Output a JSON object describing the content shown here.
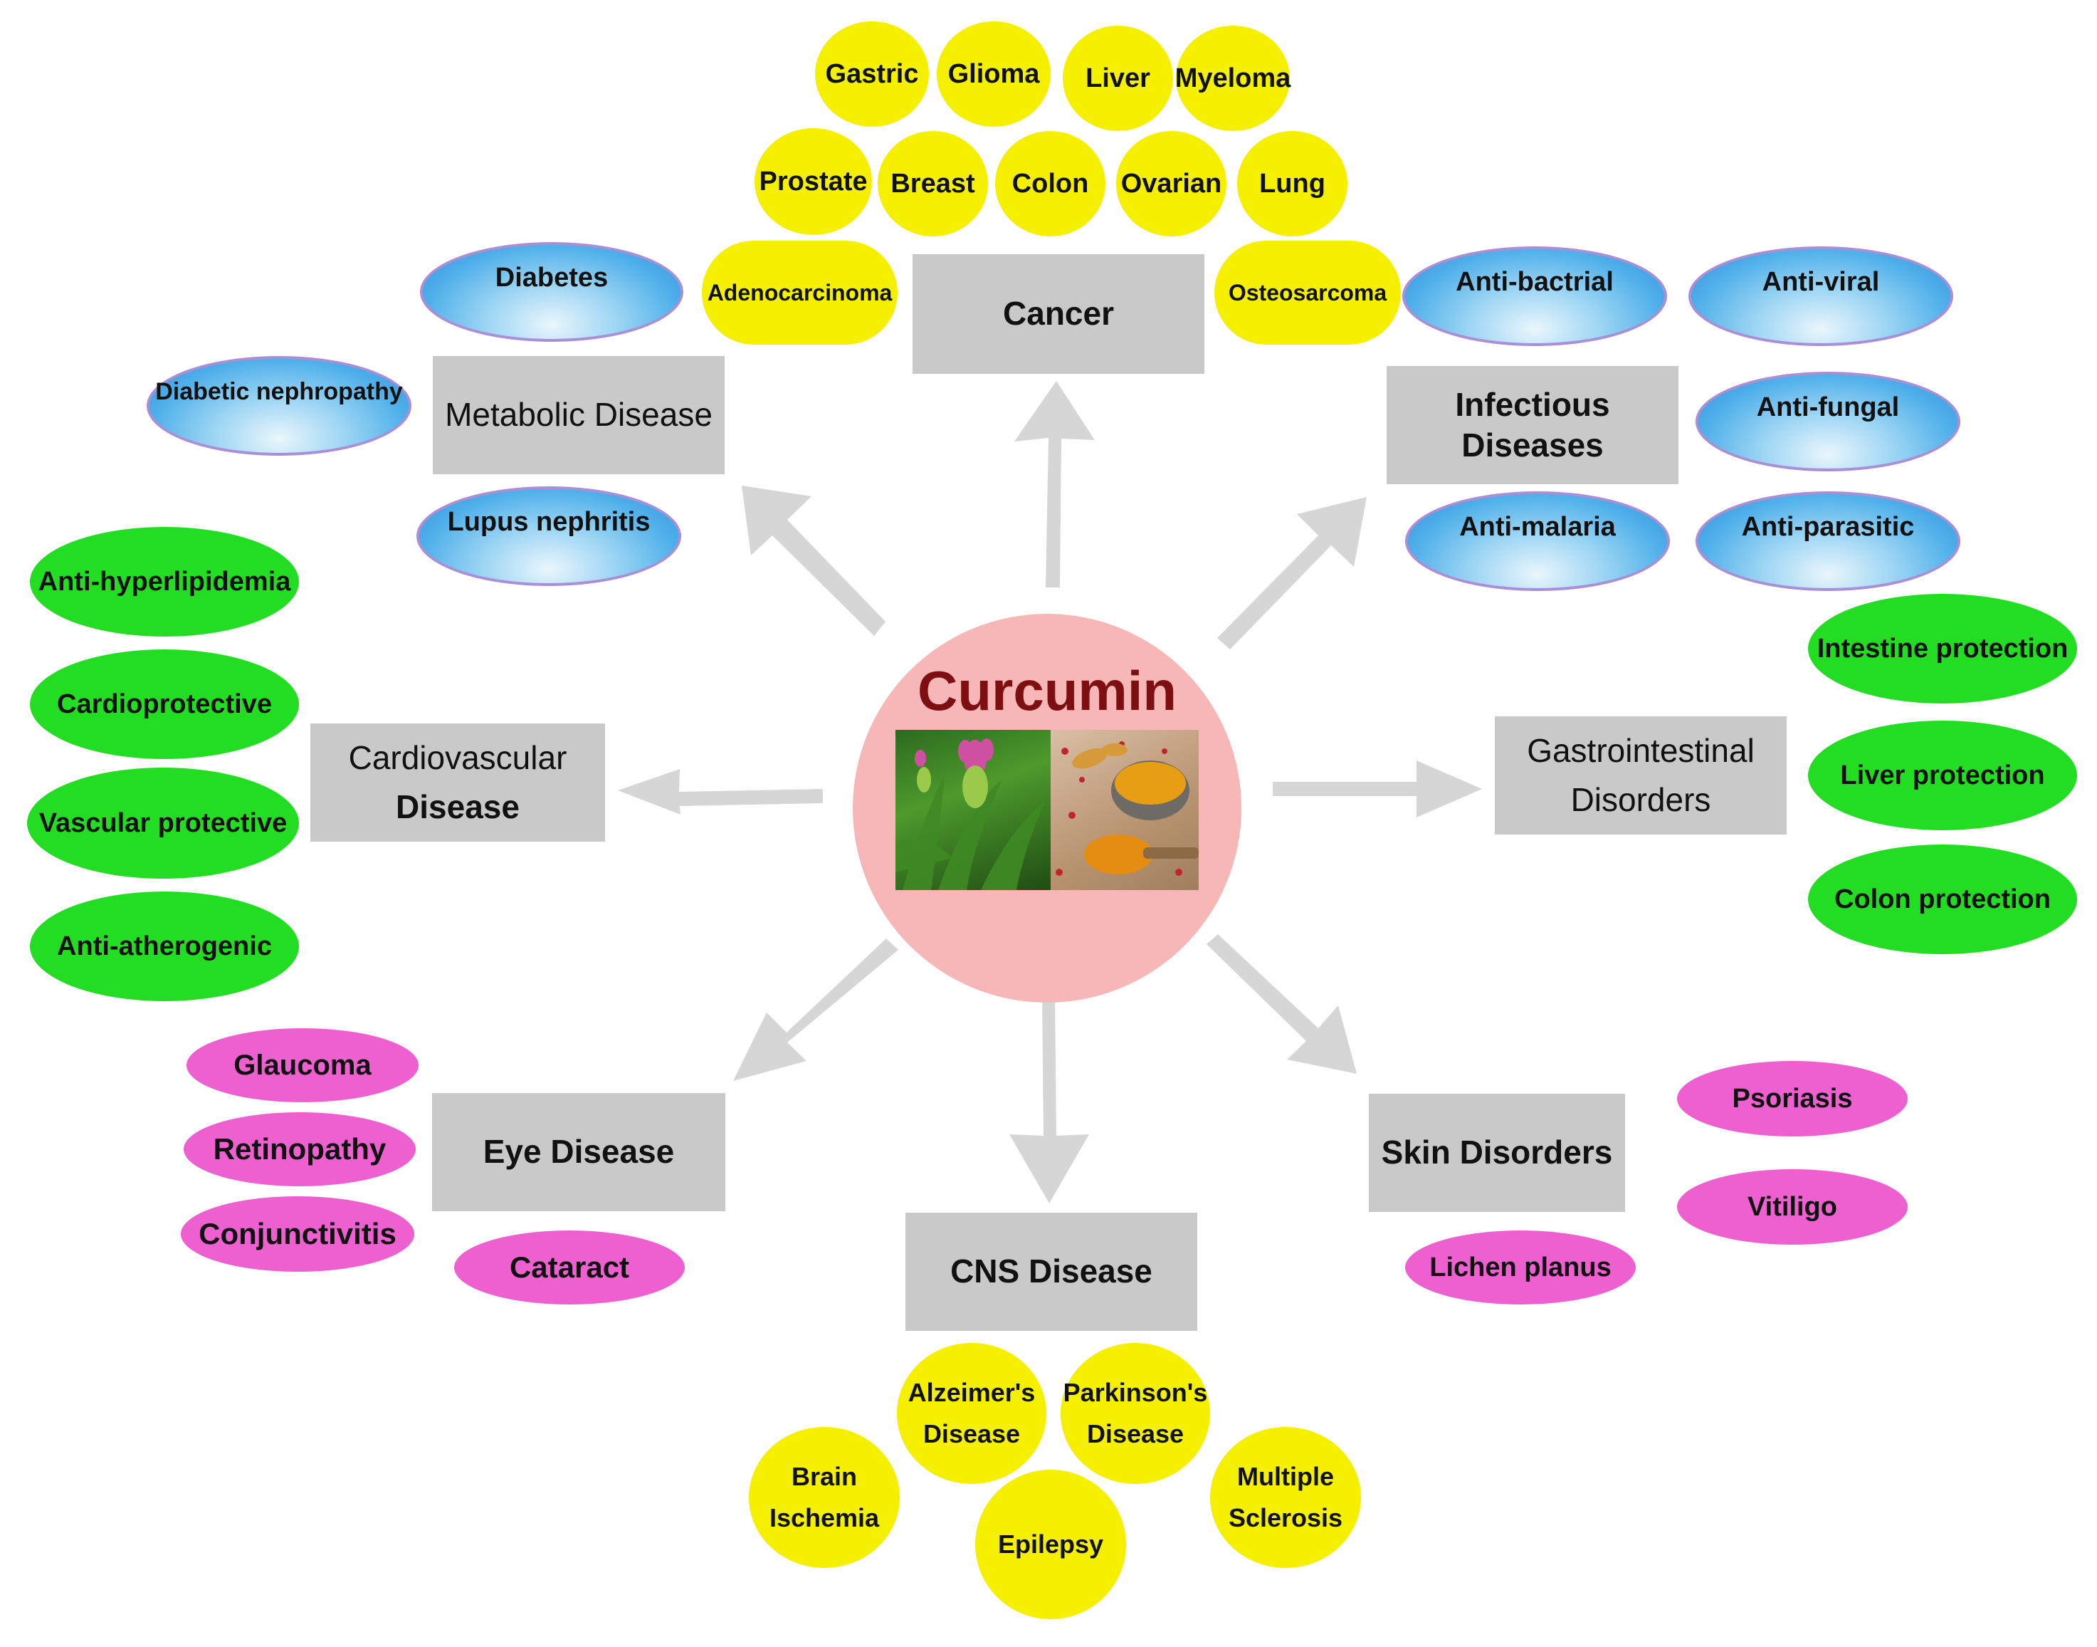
{
  "center": {
    "title": "Curcumin"
  },
  "categories": {
    "cancer": {
      "lines": [
        "Cancer"
      ]
    },
    "metabolic": {
      "lines": [
        "Metabolic Disease"
      ]
    },
    "infectious": {
      "lines": [
        "Infectious",
        "Diseases"
      ]
    },
    "cardiovascular": {
      "lines": [
        "Cardiovascular",
        "Disease"
      ]
    },
    "gastrointestinal": {
      "lines": [
        "Gastrointestinal",
        "Disorders"
      ]
    },
    "eye": {
      "lines": [
        "Eye Disease"
      ]
    },
    "cns": {
      "lines": [
        "CNS Disease"
      ]
    },
    "skin": {
      "lines": [
        "Skin Disorders"
      ]
    }
  },
  "cancer_types": [
    {
      "label": "Gastric"
    },
    {
      "label": "Glioma"
    },
    {
      "label": "Liver"
    },
    {
      "label": "Myeloma"
    },
    {
      "label": "Prostate"
    },
    {
      "label": "Breast"
    },
    {
      "label": "Colon"
    },
    {
      "label": "Ovarian"
    },
    {
      "label": "Lung"
    },
    {
      "label": "Adenocarcinoma"
    },
    {
      "label": "Osteosarcoma"
    }
  ],
  "metabolic_items": [
    {
      "label": "Diabetes"
    },
    {
      "label": "Diabetic nephropathy"
    },
    {
      "label": "Lupus nephritis"
    }
  ],
  "infectious_items": [
    {
      "label": "Anti-bactrial"
    },
    {
      "label": "Anti-viral"
    },
    {
      "label": "Anti-fungal"
    },
    {
      "label": "Anti-malaria"
    },
    {
      "label": "Anti-parasitic"
    }
  ],
  "cardiovascular_items": [
    {
      "label": "Anti-hyperlipidemia"
    },
    {
      "label": "Cardioprotective"
    },
    {
      "label": "Vascular protective"
    },
    {
      "label": "Anti-atherogenic"
    }
  ],
  "gastrointestinal_items": [
    {
      "label": "Intestine protection"
    },
    {
      "label": "Liver protection"
    },
    {
      "label": "Colon protection"
    }
  ],
  "eye_items": [
    {
      "label": "Glaucoma"
    },
    {
      "label": "Retinopathy"
    },
    {
      "label": "Conjunctivitis"
    },
    {
      "label": "Cataract"
    }
  ],
  "skin_items": [
    {
      "label": "Psoriasis"
    },
    {
      "label": "Vitiligo"
    },
    {
      "label": "Lichen planus"
    }
  ],
  "cns_items": [
    {
      "lines": [
        "Alzeimer's",
        "Disease"
      ]
    },
    {
      "lines": [
        "Parkinson's",
        "Disease"
      ]
    },
    {
      "lines": [
        "Brain",
        "Ischemia"
      ]
    },
    {
      "lines": [
        "Multiple",
        "Sclerosis"
      ]
    },
    {
      "lines": [
        "Epilepsy"
      ]
    }
  ],
  "colors": {
    "cancer_cns": "#f4f000",
    "cardio_gi": "#22dd22",
    "eye_skin": "#ee5fd0",
    "metabolic_infectious": "#4fb0ea",
    "category_box": "#c9c9c9",
    "center": "#f7b7b7",
    "center_title": "#7d0f12",
    "arrow": "#d6d6d6"
  }
}
